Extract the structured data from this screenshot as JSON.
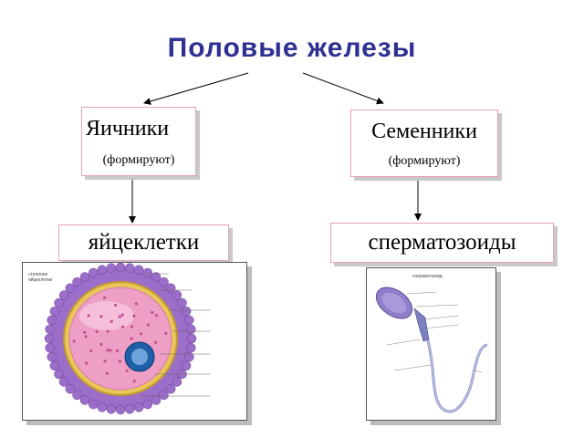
{
  "title": "Половые железы",
  "left": {
    "organ": "Яичники",
    "note": "(формируют)",
    "product": "яйцеклетки"
  },
  "right": {
    "organ": "Семенники",
    "note": "(формируют)",
    "product": "сперматозоиды"
  },
  "colors": {
    "title": "#2e3192",
    "box_border": "#e6a0bd"
  }
}
